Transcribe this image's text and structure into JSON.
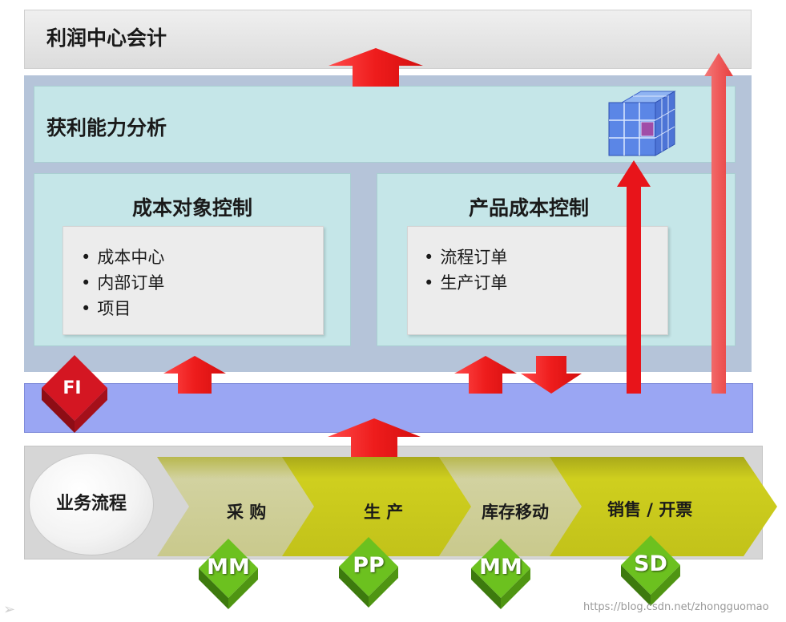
{
  "top": {
    "title": "利润中心会计"
  },
  "profitability": {
    "title": "获利能力分析"
  },
  "cost_object_control": {
    "title": "成本对象控制",
    "items": [
      "成本中心",
      "内部订单",
      "项目"
    ]
  },
  "product_cost_control": {
    "title": "产品成本控制",
    "items": [
      "流程订单",
      "生产订单"
    ]
  },
  "fi": {
    "label": "FI"
  },
  "process": {
    "label": "业务流程",
    "steps": [
      "采 购",
      "生 产",
      "库存移动",
      "销售 / 开票"
    ],
    "modules": [
      "MM",
      "PP",
      "MM",
      "SD"
    ]
  },
  "watermark": "https://blog.csdn.net/zhongguomao",
  "colors": {
    "arrow_red": "#e8141a",
    "chevron_olive": "#c3c31a",
    "module_green": "#5fae1c",
    "fi_red": "#c8141f"
  }
}
